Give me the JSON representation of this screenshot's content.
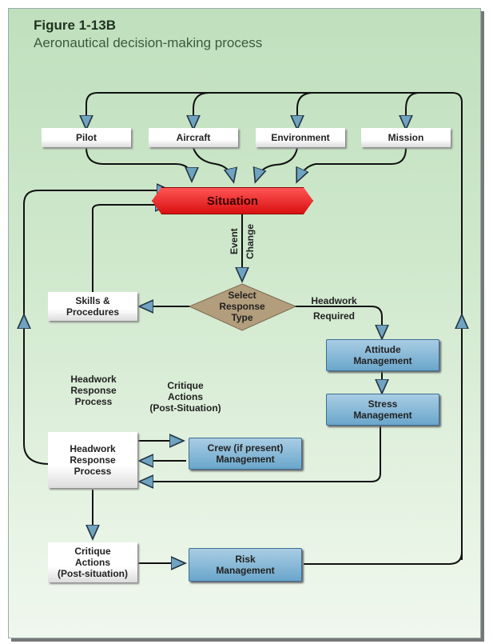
{
  "figure": {
    "number": "Figure 1-13B",
    "caption": "Aeronautical decision-making process"
  },
  "nodes": {
    "pilot": "Pilot",
    "aircraft": "Aircraft",
    "environment": "Environment",
    "mission": "Mission",
    "situation": "Situation",
    "select_response": [
      "Select",
      "Response",
      "Type"
    ],
    "skills": [
      "Skills &",
      "Procedures"
    ],
    "attitude": [
      "Attitude",
      "Management"
    ],
    "stress": [
      "Stress",
      "Management"
    ],
    "headwork_process": [
      "Headwork",
      "Response",
      "Process"
    ],
    "crew": [
      "Crew (if present)",
      "Management"
    ],
    "critique_box": [
      "Critique",
      "Actions",
      "(Post-situation)"
    ],
    "risk": [
      "Risk",
      "Management"
    ]
  },
  "edge_labels": {
    "event": "Event",
    "change": "Change",
    "headwork_required": [
      "Headwork",
      "Required"
    ]
  },
  "floating_labels": {
    "headwork_response_process": [
      "Headwork",
      "Response",
      "Process"
    ],
    "critique_actions": [
      "Critique",
      "Actions",
      "(Post-Situation)"
    ]
  },
  "colors": {
    "situation": "#e01818",
    "management_box": "#7fb3d5",
    "decision_diamond": "#b5a07e",
    "background": "#c8e4c5"
  }
}
